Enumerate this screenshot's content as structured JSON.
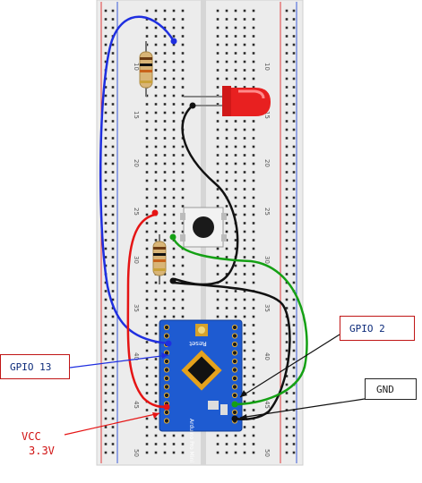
{
  "colors": {
    "board": "#e9e9e9",
    "rail_red": "#e03b3b",
    "rail_blue": "#3a5bd9",
    "hole": "#2a2a2a",
    "wire_blue": "#1f2fe0",
    "wire_black": "#111111",
    "wire_green": "#14a014",
    "wire_red": "#e51414",
    "led": "#e81a1a",
    "arduino": "#1e5bd1",
    "callout_text": "#0b2a7a"
  },
  "breadboard": {
    "row_numbers": [
      "10",
      "15",
      "20",
      "25",
      "30",
      "35",
      "40",
      "45",
      "50"
    ]
  },
  "arduino": {
    "chip_label": "Reset",
    "board_text": "Arduino Pro Mini"
  },
  "labels": {
    "gpio13": "GPIO 13",
    "gpio2": "GPIO 2",
    "gnd": "GND",
    "vcc_line1": "VCC",
    "vcc_line2": "3.3V"
  }
}
